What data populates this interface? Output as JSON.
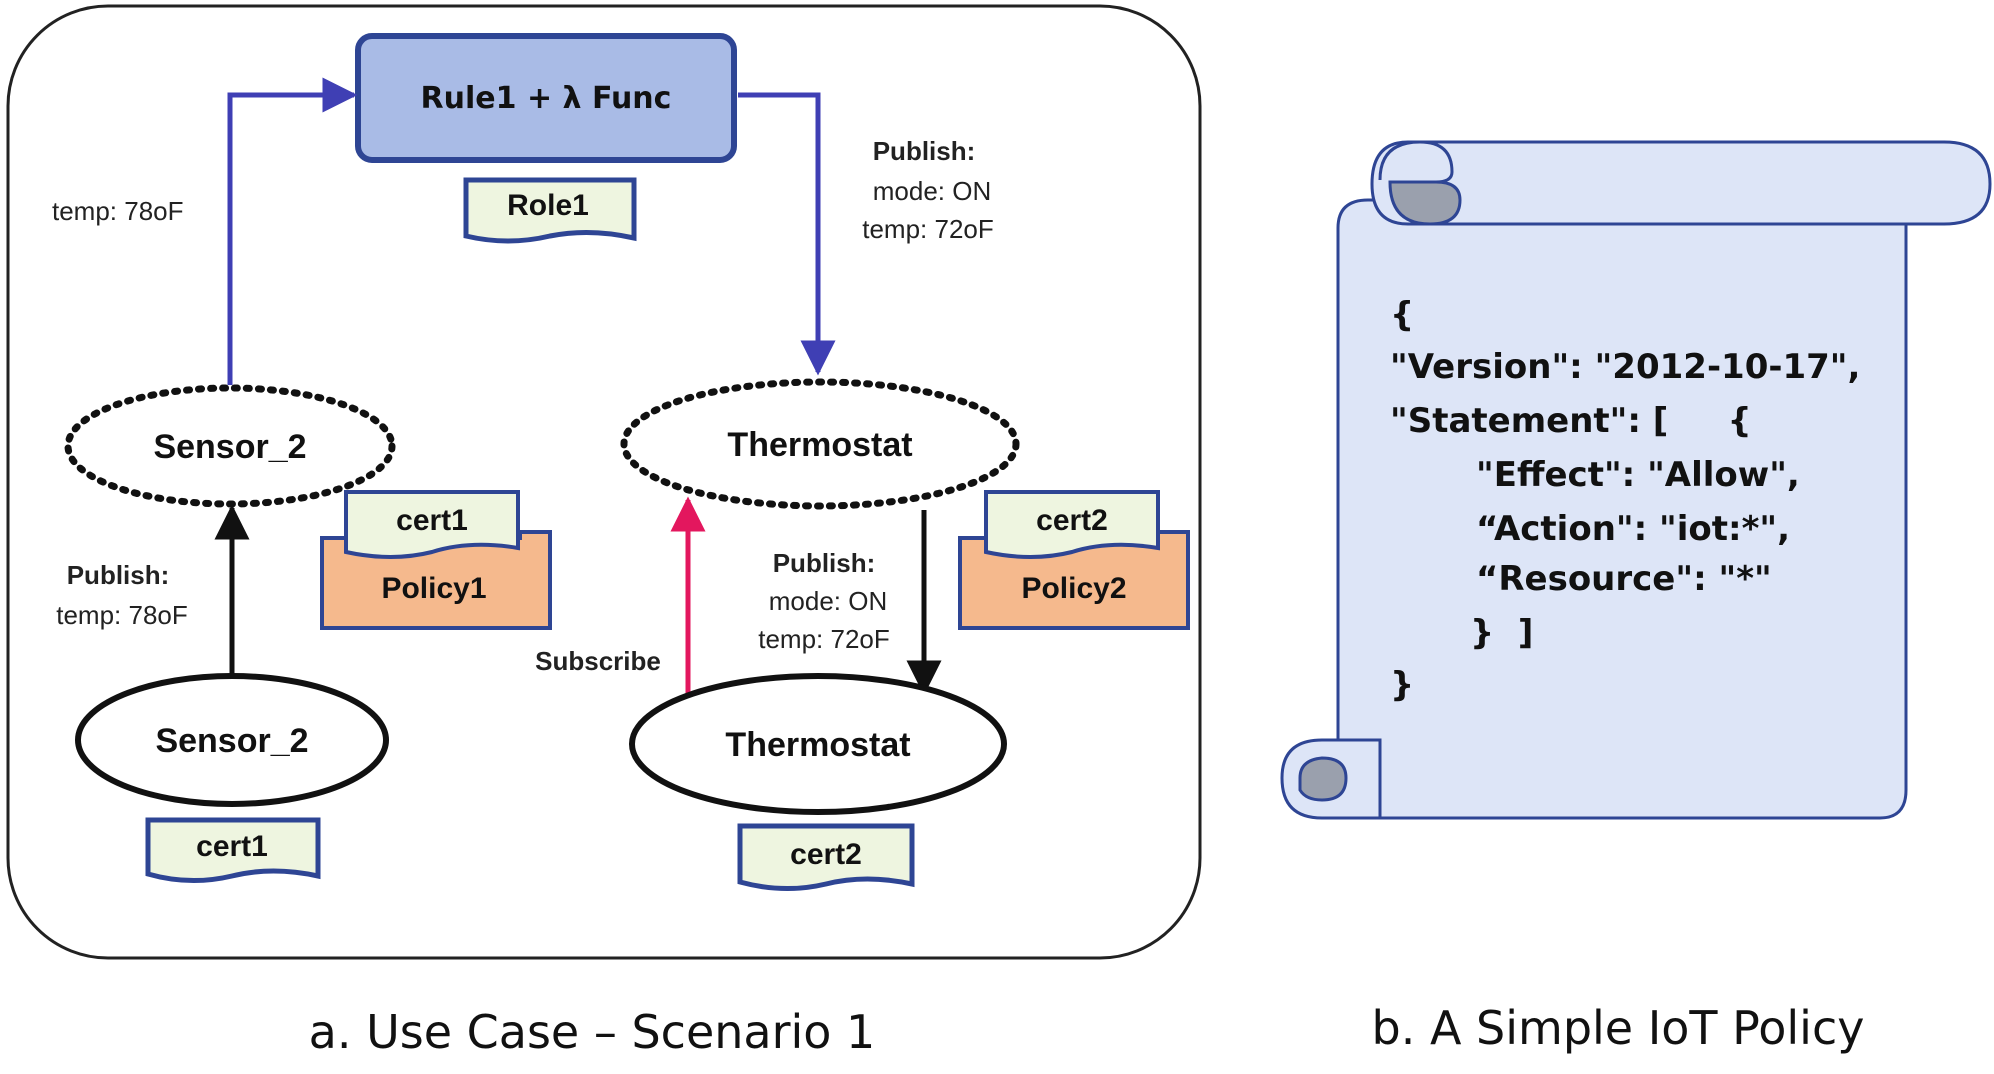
{
  "panel_a": {
    "rule_box": "Rule1 + λ Func",
    "role_doc": "Role1",
    "edge_sensor_to_rule": {
      "label": "temp: 78oF"
    },
    "edge_rule_to_thermostat": {
      "title": "Publish:",
      "line1": "mode: ON",
      "line2": "temp: 72oF"
    },
    "sensor_shadow": "Sensor_2",
    "thermostat_shadow": "Thermostat",
    "sensor_device": "Sensor_2",
    "thermostat_device": "Thermostat",
    "sensor_publish": {
      "title": "Publish:",
      "line1": "temp: 78oF"
    },
    "thermostat_publish": {
      "title": "Publish:",
      "line1": "mode: ON",
      "line2": "temp: 72oF"
    },
    "subscribe_label": "Subscribe",
    "policy1": {
      "cert": "cert1",
      "policy": "Policy1"
    },
    "policy2": {
      "cert": "cert2",
      "policy": "Policy2"
    },
    "sensor_cert": "cert1",
    "thermostat_cert": "cert2",
    "caption": "a. Use Case – Scenario 1"
  },
  "panel_b": {
    "policy_lines": [
      "{",
      "\"Version\": \"2012-10-17\",",
      "\"Statement\": [     {",
      "\"Effect\": \"Allow\",",
      "“Action\": \"iot:*\",",
      "“Resource\": \"*\"",
      "}  ]",
      "}"
    ],
    "caption": "b. A Simple IoT Policy"
  },
  "colors": {
    "blue_arrow": "#3f3fb4",
    "subscribe_arrow": "#e3175e",
    "rule_fill": "#a9bbe6",
    "rule_stroke": "#2e4594",
    "doc_fill": "#eef5e0",
    "doc_stroke": "#2e4594",
    "policy_fill": "#f5b98d",
    "scroll_fill": "#dde5f7",
    "scroll_curl": "#9aa0ad"
  }
}
